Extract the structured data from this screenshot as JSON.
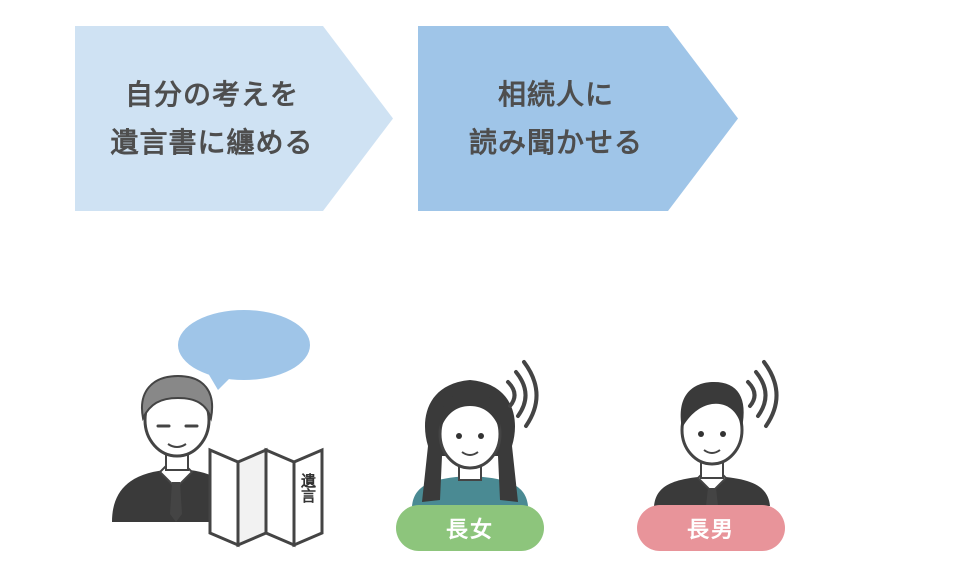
{
  "flow": {
    "steps": [
      {
        "lines": [
          "自分の考えを",
          "遺言書に纏める"
        ],
        "fill": "#cfe2f3"
      },
      {
        "lines": [
          "相続人に",
          "読み聞かせる"
        ],
        "fill": "#9fc5e8"
      }
    ]
  },
  "illustration": {
    "document_text": "遺言",
    "speech_bubble_color": "#9fc5e8"
  },
  "people": [
    {
      "label": "長女",
      "color": "#8dc57c"
    },
    {
      "label": "長男",
      "color": "#e8949a"
    }
  ]
}
